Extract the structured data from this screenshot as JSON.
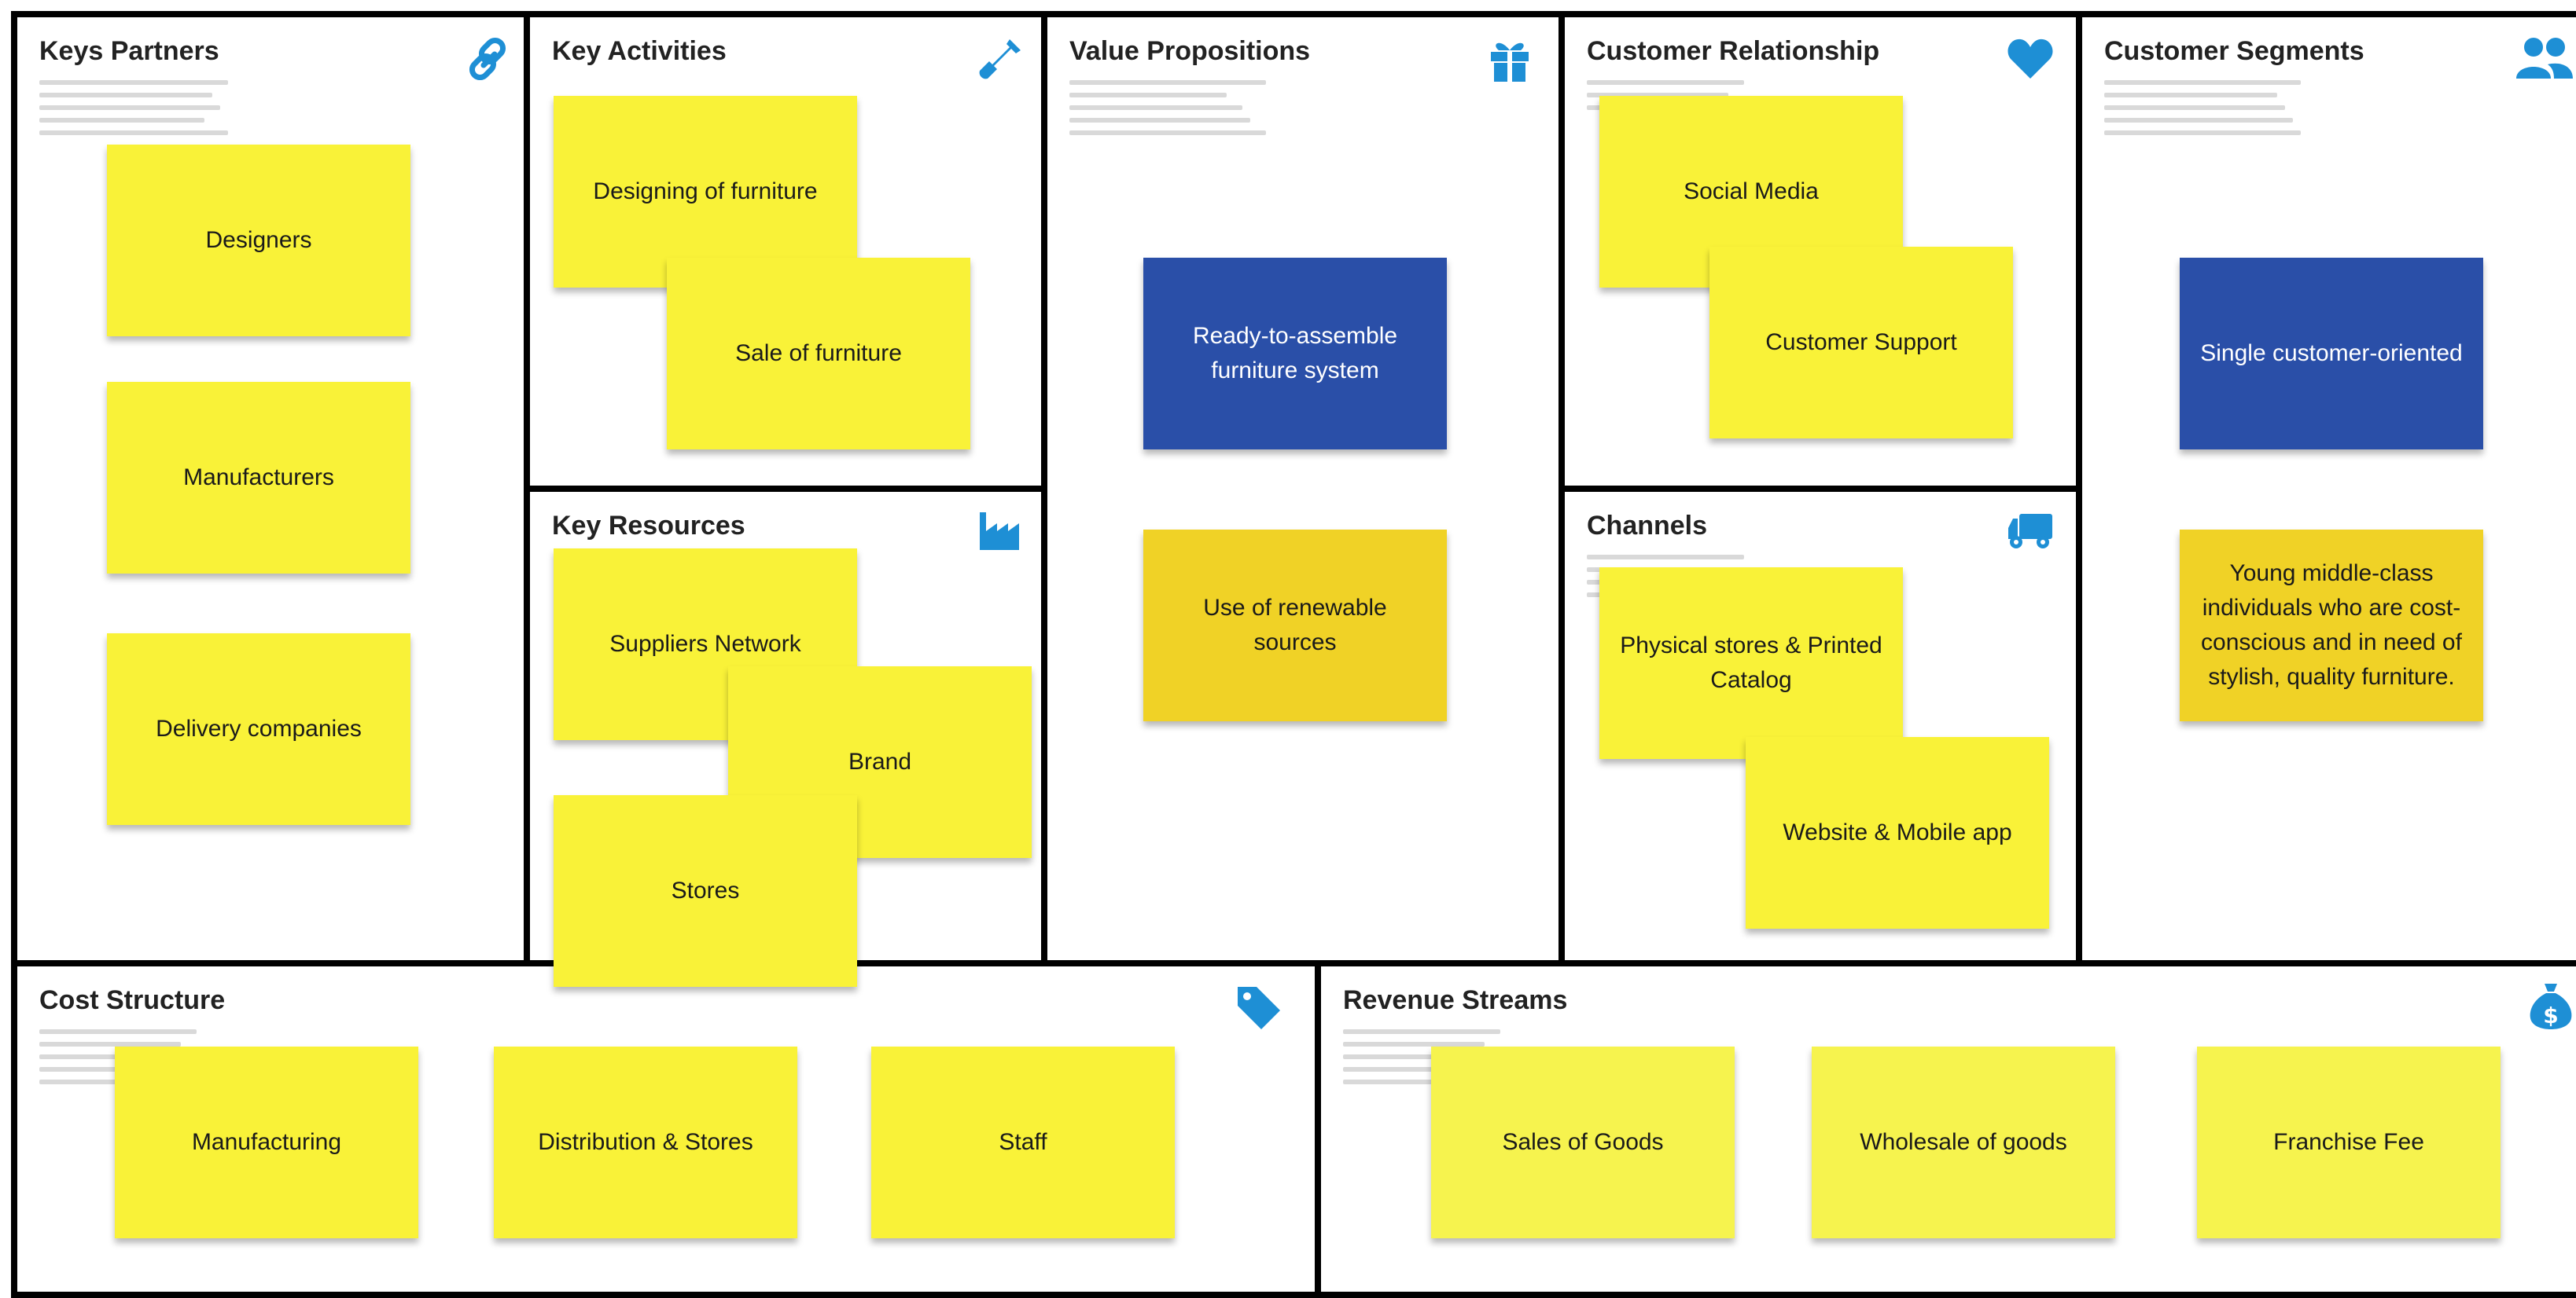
{
  "colors": {
    "icon": "#1e8fd5",
    "sticky_yellow": "#f9f238",
    "sticky_amber": "#f0d226",
    "sticky_blue": "#2a4fa8",
    "border": "#000000"
  },
  "blocks": {
    "key_partners": {
      "title": "Keys Partners",
      "icon": "link-icon",
      "notes": [
        "Designers",
        "Manufacturers",
        "Delivery companies"
      ]
    },
    "key_activities": {
      "title": "Key Activities",
      "icon": "shovel-icon",
      "notes": [
        "Designing of furniture",
        "Sale of furniture"
      ]
    },
    "key_resources": {
      "title": "Key Resources",
      "icon": "factory-icon",
      "notes": [
        "Suppliers Network",
        "Brand",
        "Stores"
      ]
    },
    "value_propositions": {
      "title": "Value Propositions",
      "icon": "gift-icon",
      "notes": [
        "Ready-to-assemble furniture system",
        "Use of renewable sources"
      ]
    },
    "customer_relationship": {
      "title": "Customer Relationship",
      "icon": "heart-icon",
      "notes": [
        "Social Media",
        "Customer Support"
      ]
    },
    "channels": {
      "title": "Channels",
      "icon": "truck-icon",
      "notes": [
        "Physical stores & Printed Catalog",
        "Website & Mobile app"
      ]
    },
    "customer_segments": {
      "title": "Customer Segments",
      "icon": "users-icon",
      "notes": [
        "Single customer-oriented",
        "Young middle-class individuals who are cost-conscious and in need of stylish, quality furniture."
      ]
    },
    "cost_structure": {
      "title": "Cost Structure",
      "icon": "price-tag-icon",
      "notes": [
        "Manufacturing",
        "Distribution & Stores",
        "Staff"
      ]
    },
    "revenue_streams": {
      "title": "Revenue Streams",
      "icon": "money-bag-icon",
      "notes": [
        "Sales of Goods",
        "Wholesale of goods",
        "Franchise Fee"
      ]
    }
  }
}
